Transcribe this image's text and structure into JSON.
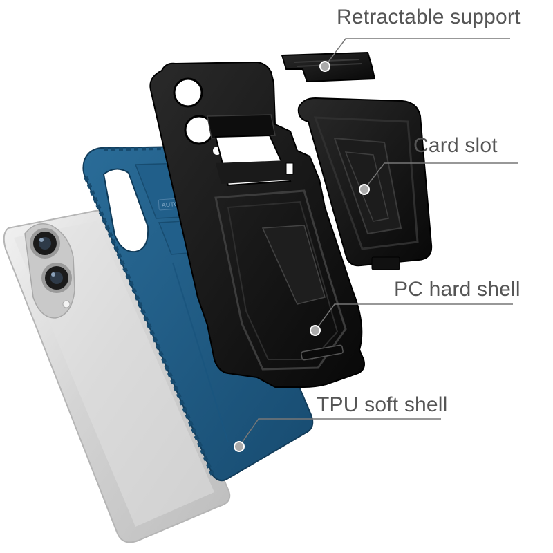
{
  "callouts": {
    "retractable_support": "Retractable support",
    "card_slot": "Card slot",
    "pc_hard_shell": "PC hard shell",
    "tpu_soft_shell": "TPU soft shell"
  },
  "case_engraving": "AUTOFOCUS",
  "colors": {
    "tpu_shell": "#1f5c86",
    "pc_shell": "#141414",
    "phone_body": "#d6d6d6",
    "callout_line": "#777777",
    "callout_text": "#555555"
  }
}
